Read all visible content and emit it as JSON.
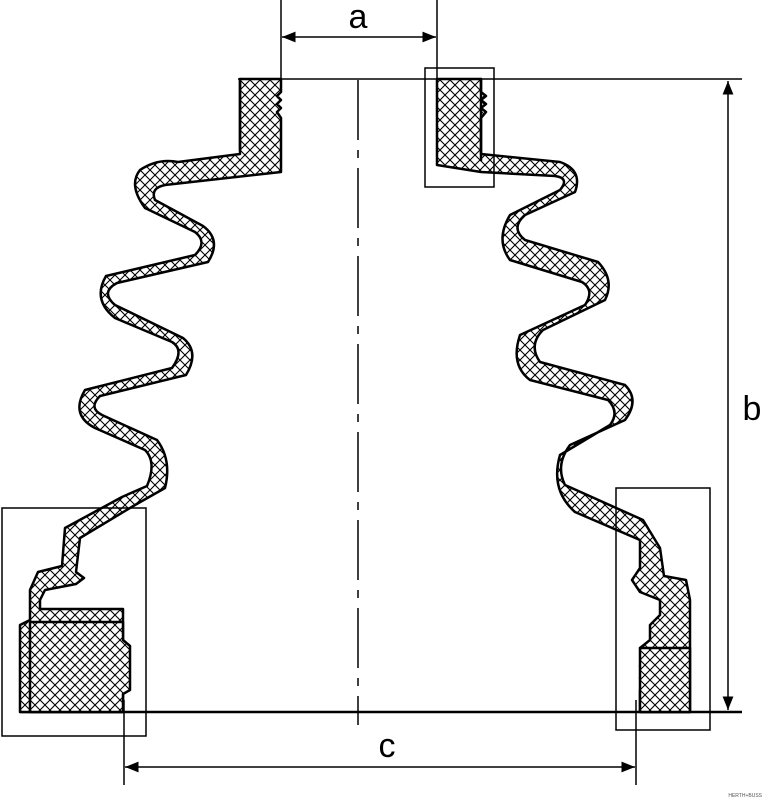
{
  "dimensions": {
    "a_label": "a",
    "b_label": "b",
    "c_label": "c"
  },
  "footer_code": "HERTH+BUSS"
}
